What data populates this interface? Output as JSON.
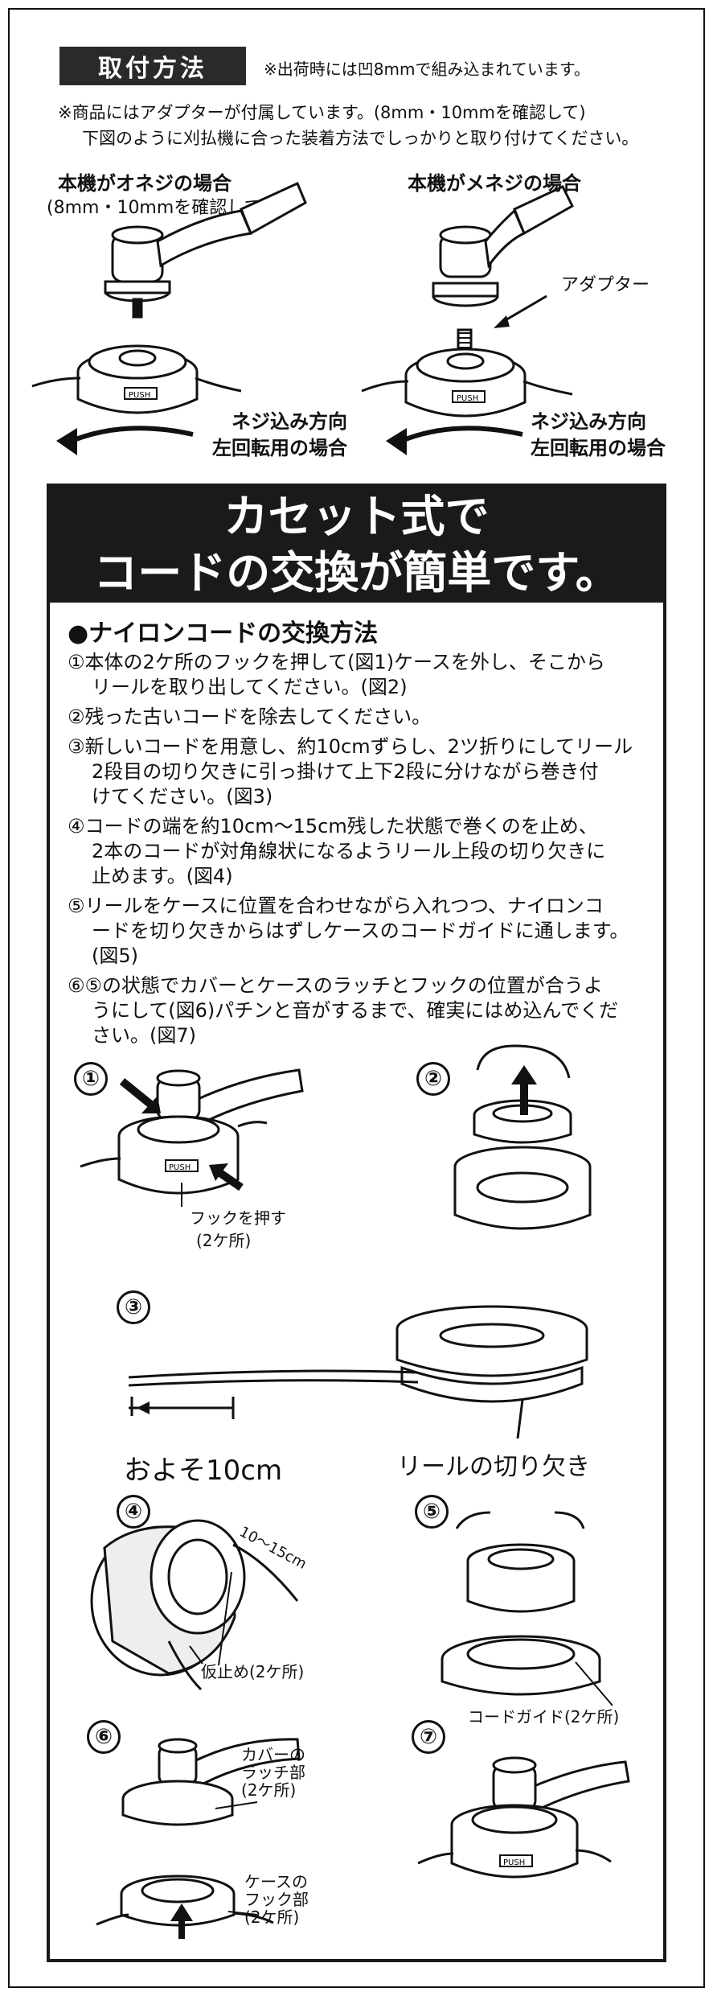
{
  "header": {
    "title": "取付方法",
    "note": "※出荷時には凹8mmで組み込まれています。"
  },
  "notice": {
    "line1": "※商品にはアダプターが付属しています。(8mm・10mmを確認して)",
    "line2": "下図のように刈払機に合った装着方法でしっかりと取り付けてください。"
  },
  "install": {
    "left": {
      "title": "本機がオネジの場合",
      "subtitle": "(8mm・10mmを確認して)",
      "push_label": "PUSH",
      "dir1": "ネジ込み方向",
      "dir2": "左回転用の場合"
    },
    "right": {
      "title": "本機がメネジの場合",
      "adapter_label": "アダプター",
      "push_label": "PUSH",
      "dir1": "ネジ込み方向",
      "dir2": "左回転用の場合"
    }
  },
  "banner": {
    "line1": "カセット式で",
    "line2": "コードの交換が簡単です。"
  },
  "method": {
    "heading": "●ナイロンコードの交換方法",
    "steps": [
      {
        "l1": "①本体の2ケ所のフックを押して(図1)ケースを外し、そこから",
        "l2": "リールを取り出してください。(図2)",
        "l3": ""
      },
      {
        "l1": "②残った古いコードを除去してください。",
        "l2": "",
        "l3": ""
      },
      {
        "l1": "③新しいコードを用意し、約10cmずらし、2ツ折りにしてリール",
        "l2": "2段目の切り欠きに引っ掛けて上下2段に分けながら巻き付",
        "l3": "けてください。(図3)"
      },
      {
        "l1": "④コードの端を約10cm〜15cm残した状態で巻くのを止め、",
        "l2": "2本のコードが対角線状になるようリール上段の切り欠きに",
        "l3": "止めます。(図4)"
      },
      {
        "l1": "⑤リールをケースに位置を合わせながら入れつつ、ナイロンコ",
        "l2": "ードを切り欠きからはずしケースのコードガイドに通します。",
        "l3": "(図5)"
      },
      {
        "l1": "⑥⑤の状態でカバーとケースのラッチとフックの位置が合うよ",
        "l2": "うにして(図6)パチンと音がするまで、確実にはめ込んでくだ",
        "l3": "さい。(図7)"
      }
    ]
  },
  "figures": {
    "f1": {
      "num": "①",
      "push": "PUSH",
      "cap1": "フックを押す",
      "cap2": "(2ケ所)"
    },
    "f2": {
      "num": "②"
    },
    "f3": {
      "num": "③",
      "dist": "およそ10cm",
      "notch": "リールの切り欠き"
    },
    "f4": {
      "num": "④",
      "len": "10〜15cm",
      "cap": "仮止め(2ケ所)"
    },
    "f5": {
      "num": "⑤",
      "cap": "コードガイド(2ケ所)"
    },
    "f6": {
      "num": "⑥",
      "latch1": "カバーの",
      "latch2": "ラッチ部",
      "latch3": "(2ケ所)",
      "hook1": "ケースの",
      "hook2": "フック部",
      "hook3": "(2ケ所)"
    },
    "f7": {
      "num": "⑦",
      "push": "PUSH"
    }
  }
}
